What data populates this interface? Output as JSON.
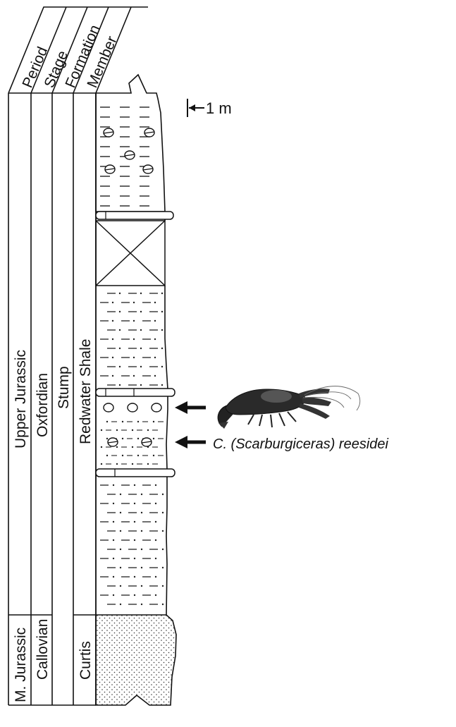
{
  "headers": {
    "period": "Period",
    "stage": "Stage",
    "formation": "Formation",
    "member": "Member"
  },
  "labels": {
    "upper_jurassic": "Upper Jurassic",
    "m_jurassic": "M. Jurassic",
    "oxfordian": "Oxfordian",
    "callovian": "Callovian",
    "stump": "Stump",
    "redwater_shale": "Redwater Shale",
    "curtis": "Curtis"
  },
  "scale_label": "1 m",
  "annotations": {
    "fossil_species": "C. (Scarburgiceras) reesidei"
  },
  "colors": {
    "ink": "#111111",
    "background": "#ffffff"
  }
}
